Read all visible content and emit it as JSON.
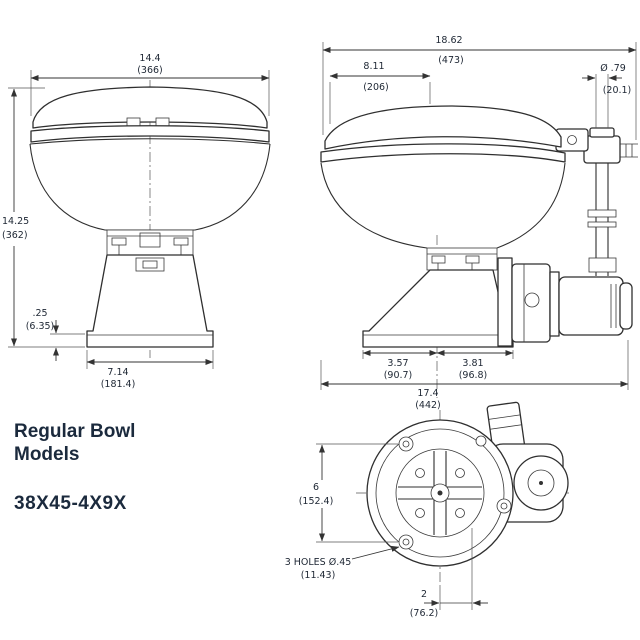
{
  "title": {
    "line1": "Regular Bowl",
    "line2": "Models",
    "model": "38X45-4X9X"
  },
  "front_view": {
    "name": "front view",
    "dims": {
      "overall_width": {
        "in": "14.4",
        "mm": "(366)"
      },
      "overall_height": {
        "in": "14.25",
        "mm": "(362)"
      },
      "base_lip": {
        "in": ".25",
        "mm": "(6.35)"
      },
      "base_width": {
        "in": "7.14",
        "mm": "(181.4)"
      }
    }
  },
  "side_view": {
    "name": "side view",
    "dims": {
      "overall_depth": {
        "in": "18.62",
        "mm": "(473)"
      },
      "seat_depth": {
        "in": "8.11",
        "mm": "(206)"
      },
      "inlet_diameter": {
        "in": "Ø .79",
        "mm": "(20.1)"
      },
      "base_front": {
        "in": "3.57",
        "mm": "(90.7)"
      },
      "base_rear": {
        "in": "3.81",
        "mm": "(96.8)"
      },
      "footprint_depth": {
        "in": "17.4",
        "mm": "(442)"
      }
    }
  },
  "bottom_view": {
    "name": "bottom view",
    "dims": {
      "bolt_spacing": {
        "in": "6",
        "mm": "(152.4)"
      },
      "mounting_holes": {
        "label": "3 HOLES Ø.45",
        "mm": "(11.43)"
      },
      "hole_offset": {
        "in": "2",
        "mm": "(76.2)"
      }
    }
  }
}
